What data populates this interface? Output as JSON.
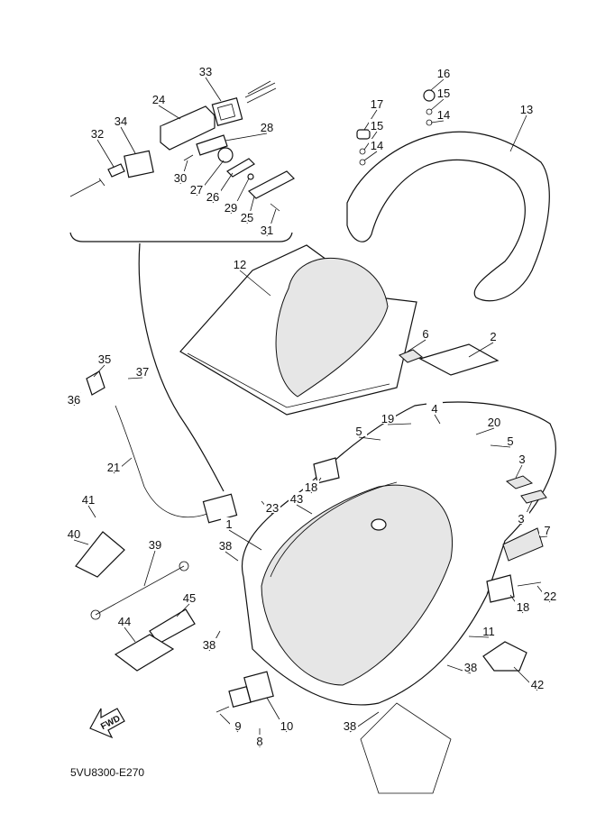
{
  "diagram": {
    "drawing_code": "5VU8300-E270",
    "direction_arrow_label": "FWD",
    "callouts": [
      "33",
      "24",
      "34",
      "32",
      "28",
      "30",
      "27",
      "26",
      "29",
      "25",
      "31",
      "16",
      "15",
      "17",
      "15",
      "14",
      "14",
      "13",
      "12",
      "6",
      "2",
      "35",
      "37",
      "36",
      "4",
      "19",
      "20",
      "5",
      "5",
      "21",
      "18",
      "3",
      "3",
      "23",
      "43",
      "1",
      "41",
      "40",
      "39",
      "38",
      "7",
      "22",
      "18",
      "45",
      "44",
      "38",
      "11",
      "42",
      "38",
      "9",
      "10",
      "8",
      "38"
    ]
  }
}
